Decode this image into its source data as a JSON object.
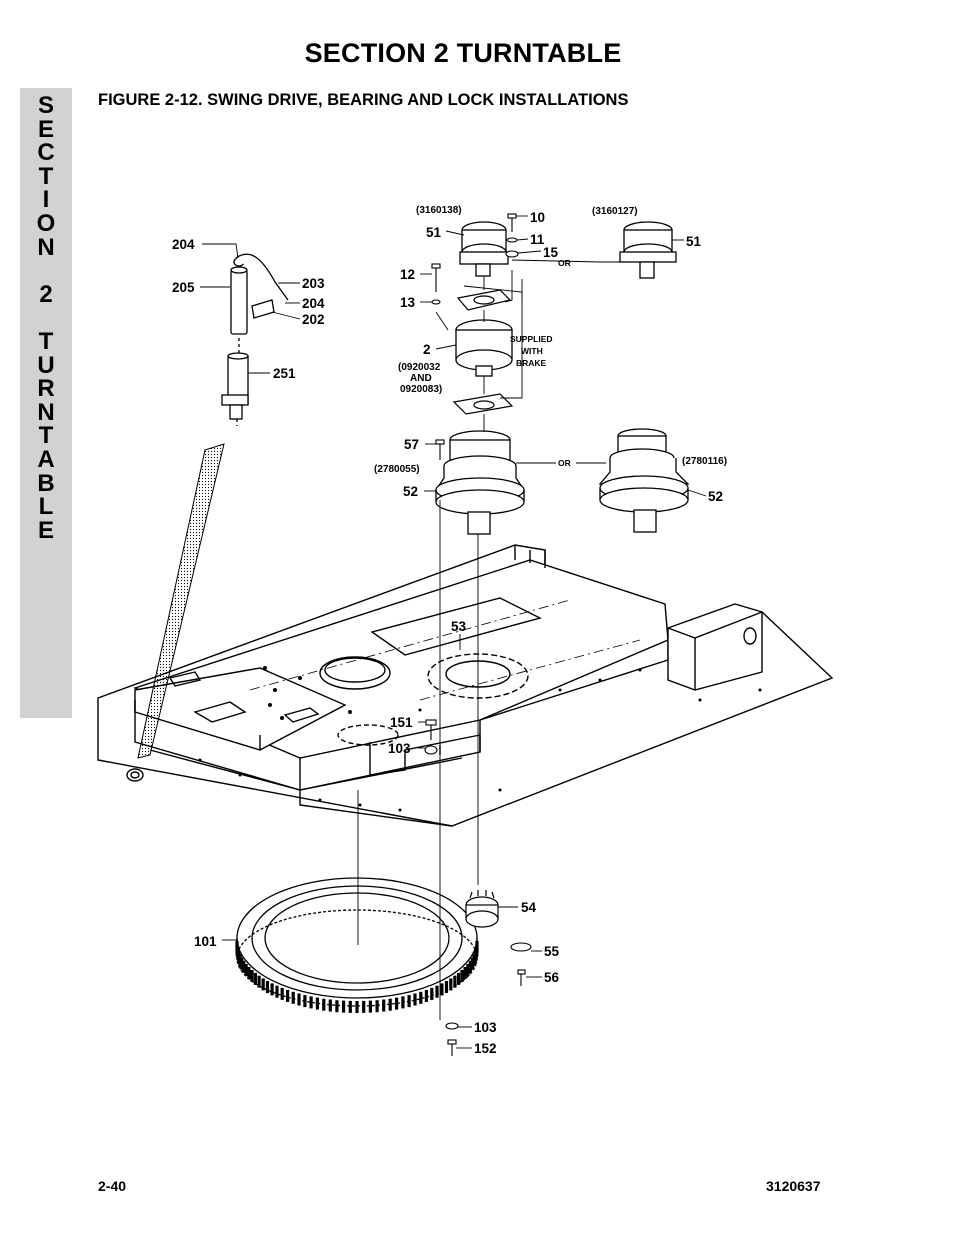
{
  "header": {
    "title": "SECTION 2  TURNTABLE"
  },
  "side_tab": {
    "letters": [
      "S",
      "E",
      "C",
      "T",
      "I",
      "O",
      "N",
      "",
      "2",
      "",
      "T",
      "U",
      "R",
      "N",
      "T",
      "A",
      "B",
      "L",
      "E"
    ]
  },
  "figure": {
    "caption": "FIGURE 2-12.  SWING DRIVE, BEARING AND LOCK INSTALLATIONS",
    "callouts": {
      "c204a": "204",
      "c205": "205",
      "c203": "203",
      "c204b": "204",
      "c202": "202",
      "c251": "251",
      "c51a": "51",
      "c10": "10",
      "c11": "11",
      "c15": "15",
      "c51b": "51",
      "c12": "12",
      "c13": "13",
      "c2": "2",
      "c57": "57",
      "c52a": "52",
      "c52b": "52",
      "c53": "53",
      "c151": "151",
      "c103a": "103",
      "c101": "101",
      "c54": "54",
      "c55": "55",
      "c56": "56",
      "c103b": "103",
      "c152": "152"
    },
    "part_numbers": {
      "p3160138": "(3160138)",
      "p3160127": "(3160127)",
      "p0920032": "(0920032",
      "pand": "AND",
      "p0920083": "0920083)",
      "p2780055": "(2780055)",
      "p2780116": "(2780116)"
    },
    "notes": {
      "or1": "OR",
      "or2": "OR",
      "supplied1": "SUPPLIED",
      "supplied2": "WITH",
      "supplied3": "BRAKE"
    }
  },
  "footer": {
    "page_number": "2-40",
    "doc_number": "3120637"
  }
}
